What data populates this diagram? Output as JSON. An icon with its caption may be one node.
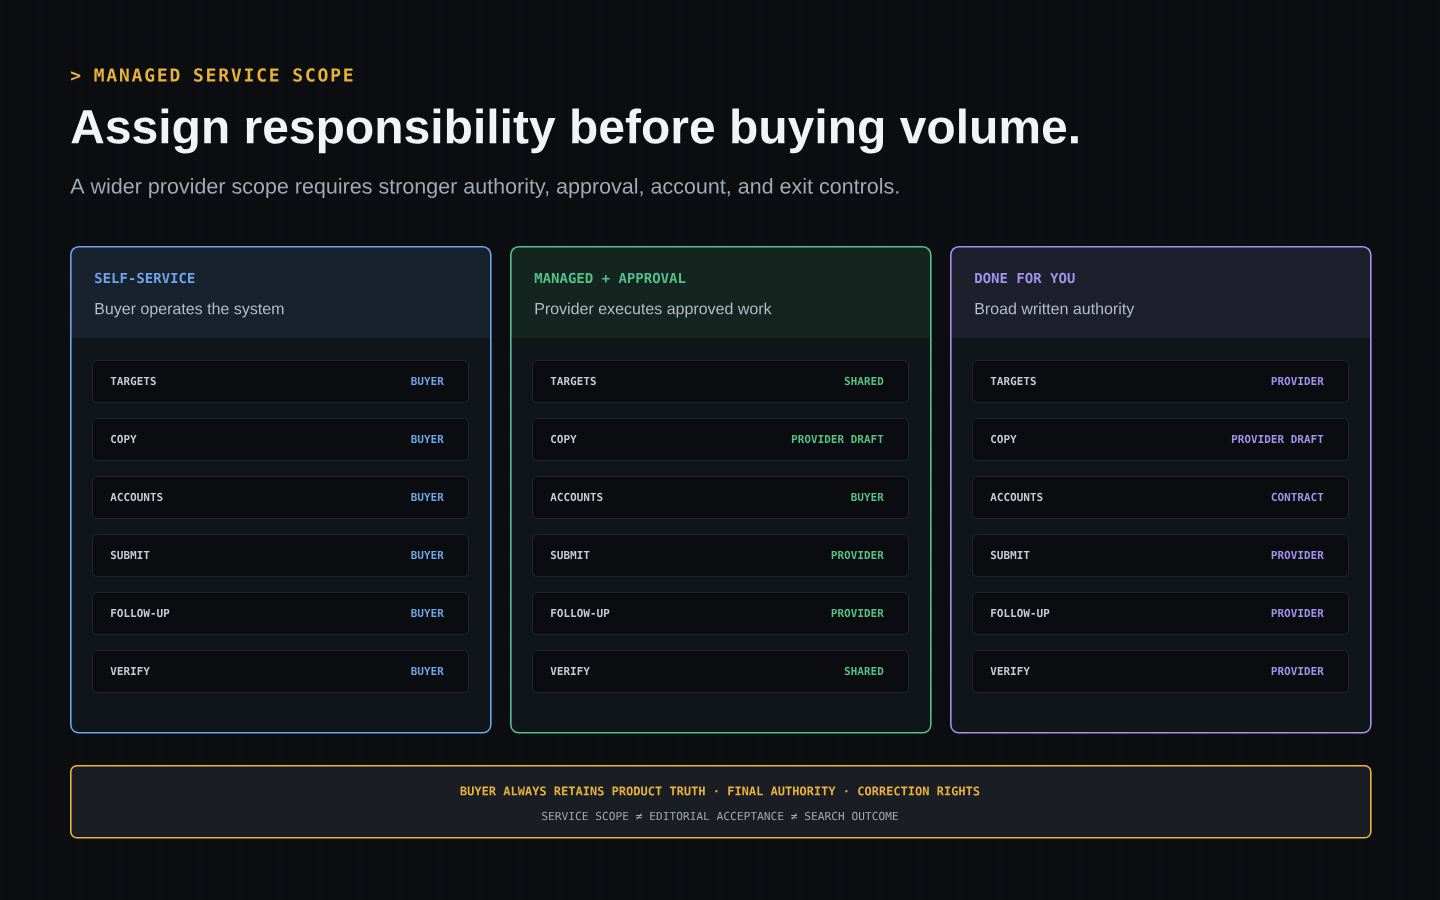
{
  "diagram": {
    "title": "Assign responsibility before buying volume.",
    "nodes": [
      {
        "text": [
          "SELF-SERVICE",
          "Buyer operates the system"
        ]
      },
      {
        "text": [
          "TARGETS",
          "BUYER"
        ],
        "in": 0
      },
      {
        "text": [
          "COPY",
          "BUYER"
        ],
        "in": 0
      },
      {
        "text": [
          "ACCOUNTS",
          "BUYER"
        ],
        "in": 0
      },
      {
        "text": [
          "SUBMIT",
          "BUYER"
        ],
        "in": 0
      },
      {
        "text": [
          "FOLLOW-UP",
          "BUYER"
        ],
        "in": 0
      },
      {
        "text": [
          "VERIFY",
          "BUYER"
        ],
        "in": 0
      },
      {
        "text": [
          "MANAGED + APPROVAL",
          "Provider executes approved work"
        ]
      },
      {
        "text": [
          "TARGETS",
          "SHARED"
        ],
        "in": 7
      },
      {
        "text": [
          "COPY",
          "PROVIDER DRAFT"
        ],
        "in": 7
      },
      {
        "text": [
          "ACCOUNTS",
          "BUYER"
        ],
        "in": 7
      },
      {
        "text": [
          "SUBMIT",
          "PROVIDER"
        ],
        "in": 7
      },
      {
        "text": [
          "FOLLOW-UP",
          "PROVIDER"
        ],
        "in": 7
      },
      {
        "text": [
          "VERIFY",
          "SHARED"
        ],
        "in": 7
      },
      {
        "text": [
          "DONE FOR YOU",
          "Broad written authority"
        ]
      },
      {
        "text": [
          "TARGETS",
          "PROVIDER"
        ],
        "in": 14
      },
      {
        "text": [
          "COPY",
          "PROVIDER DRAFT"
        ],
        "in": 14
      },
      {
        "text": [
          "ACCOUNTS",
          "CONTRACT"
        ],
        "in": 14
      },
      {
        "text": [
          "SUBMIT",
          "PROVIDER"
        ],
        "in": 14
      },
      {
        "text": [
          "FOLLOW-UP",
          "PROVIDER"
        ],
        "in": 14
      },
      {
        "text": [
          "VERIFY",
          "PROVIDER"
        ],
        "in": 14
      },
      {
        "text": [
          "BUYER ALWAYS RETAINS PRODUCT TRUTH · FINAL AUTHORITY · CORRECTION RIGHTS",
          "SERVICE SCOPE ≠ EDITORIAL ACCEPTANCE ≠ SEARCH OUTCOME"
        ]
      }
    ],
    "labels": [
      "> MANAGED SERVICE SCOPE",
      "A wider provider scope requires stronger authority, approval, account, and exit controls."
    ]
  }
}
